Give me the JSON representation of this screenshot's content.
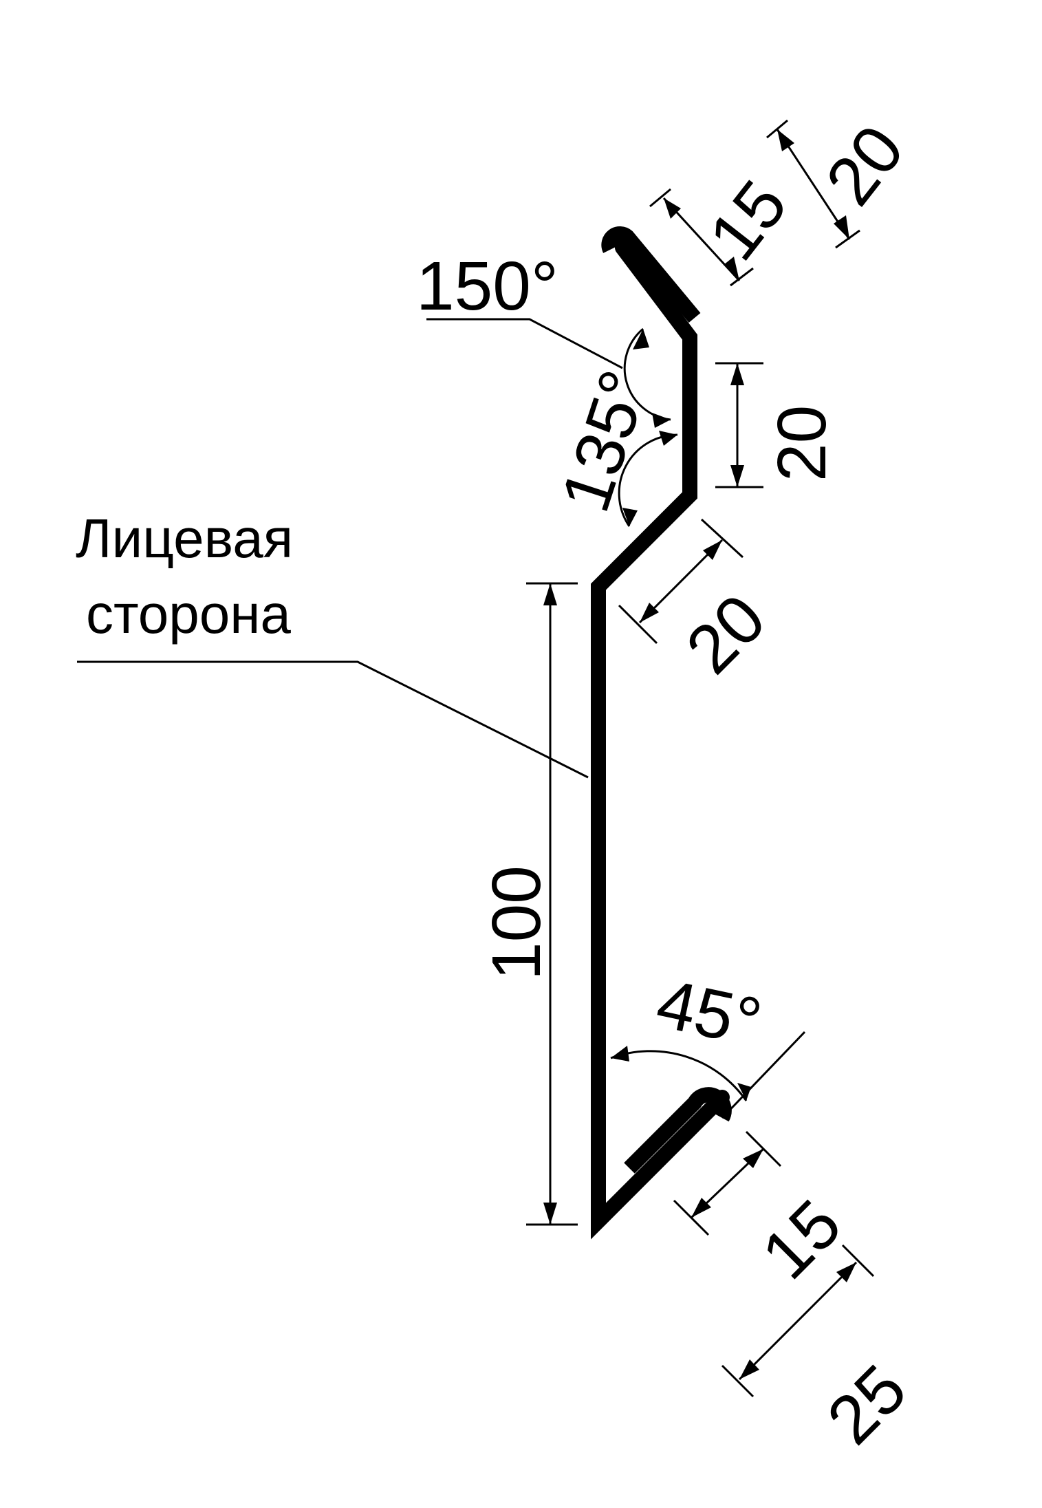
{
  "caption": {
    "line1": "Лицевая",
    "line2": "сторона"
  },
  "angles": {
    "top": "150°",
    "middle": "135°",
    "bottom": "45°"
  },
  "dimensions": {
    "top_hem_inner": "15",
    "top_hem_outer": "20",
    "vertical_short": "20",
    "diagonal_mid": "20",
    "vertical_long": "100",
    "bottom_hem_inner": "15",
    "bottom_hem_outer": "25"
  }
}
